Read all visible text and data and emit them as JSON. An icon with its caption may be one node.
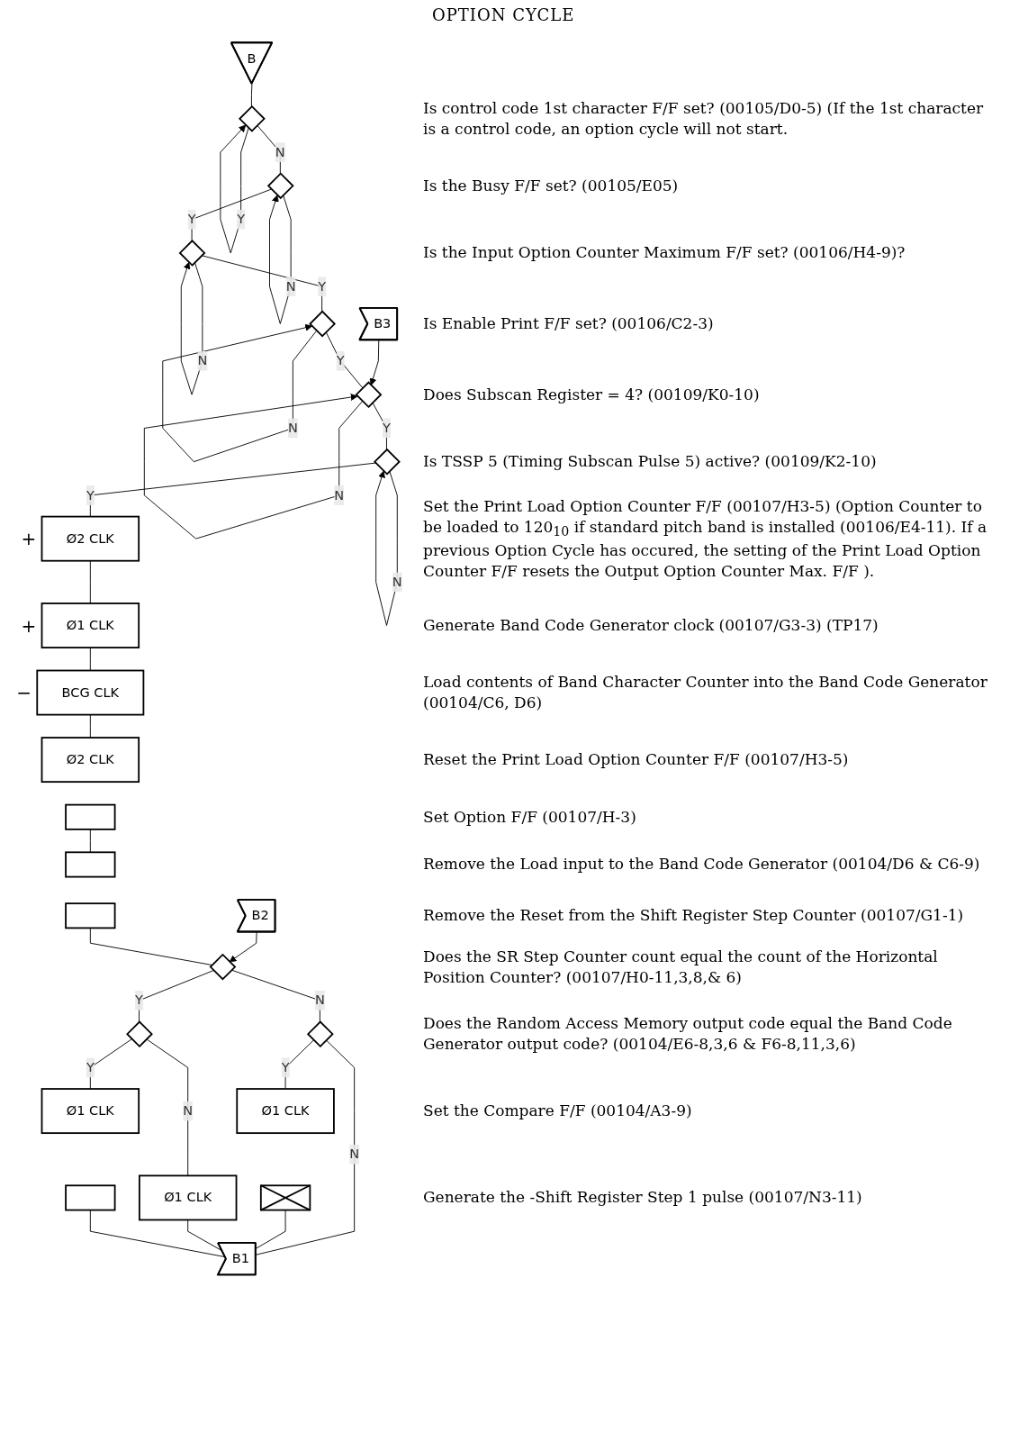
{
  "diagram": {
    "title": "OPTION CYCLE",
    "nodes": [
      {
        "text": [
          "B"
        ]
      },
      {
        "text": [],
        "shape": "diamond"
      },
      {
        "text": [],
        "shape": "diamond"
      },
      {
        "text": [],
        "shape": "diamond"
      },
      {
        "text": [],
        "shape": "diamond"
      },
      {
        "text": [
          "B3"
        ]
      },
      {
        "text": [],
        "shape": "diamond"
      },
      {
        "text": [],
        "shape": "diamond"
      },
      {
        "text": [
          "Ø2 CLK"
        ],
        "beside": [
          "+"
        ]
      },
      {
        "text": [
          "Ø1 CLK"
        ],
        "beside": [
          "+"
        ]
      },
      {
        "text": [
          "BCG CLK"
        ],
        "beside": [
          "−"
        ]
      },
      {
        "text": [
          "Ø2 CLK"
        ]
      },
      {
        "text": [],
        "shape": "box"
      },
      {
        "text": [],
        "shape": "box"
      },
      {
        "text": [],
        "shape": "box"
      },
      {
        "text": [
          "B2"
        ]
      },
      {
        "text": [],
        "shape": "diamond"
      },
      {
        "text": [],
        "shape": "diamond"
      },
      {
        "text": [],
        "shape": "diamond"
      },
      {
        "text": [
          "Ø1 CLK"
        ]
      },
      {
        "text": [],
        "shape": "box"
      },
      {
        "text": [
          "Ø1 CLK"
        ]
      },
      {
        "text": [
          "Ø1 CLK"
        ]
      },
      {
        "text": [],
        "shape": "box"
      },
      {
        "text": [
          "B1"
        ]
      }
    ],
    "edges": [
      {
        "from": 0,
        "to": 1,
        "arrow": "none"
      },
      {
        "from": 1,
        "to": 1,
        "label": "Y",
        "arrow": "to"
      },
      {
        "from": 1,
        "to": 2,
        "label": "N",
        "arrow": "none"
      },
      {
        "from": 2,
        "to": 2,
        "label": "N",
        "arrow": "to"
      },
      {
        "from": 2,
        "to": 3,
        "label": "Y",
        "arrow": "none"
      },
      {
        "from": 3,
        "to": 3,
        "label": "N",
        "arrow": "to"
      },
      {
        "from": 3,
        "to": 4,
        "label": "Y",
        "arrow": "none"
      },
      {
        "from": 4,
        "to": 4,
        "label": "N",
        "arrow": "to"
      },
      {
        "from": 5,
        "to": 6,
        "arrow": "to"
      },
      {
        "from": 4,
        "to": 6,
        "label": "Y",
        "arrow": "none"
      },
      {
        "from": 6,
        "to": 6,
        "label": "N",
        "arrow": "to"
      },
      {
        "from": 6,
        "to": 7,
        "label": "Y",
        "arrow": "none"
      },
      {
        "from": 7,
        "to": 7,
        "label": "N",
        "arrow": "to"
      },
      {
        "from": 7,
        "to": 8,
        "label": "Y",
        "arrow": "none"
      },
      {
        "from": 8,
        "to": 9,
        "arrow": "none"
      },
      {
        "from": 9,
        "to": 10,
        "arrow": "none"
      },
      {
        "from": 10,
        "to": 11,
        "arrow": "none"
      },
      {
        "from": 12,
        "to": 13,
        "arrow": "none"
      },
      {
        "from": 15,
        "to": 16,
        "arrow": "to"
      },
      {
        "from": 14,
        "to": 16,
        "arrow": "none"
      },
      {
        "from": 16,
        "to": 17,
        "label": "N",
        "arrow": "none"
      },
      {
        "from": 16,
        "to": 18,
        "label": "Y",
        "arrow": "none"
      },
      {
        "from": 17,
        "to": 19,
        "label": "Y",
        "arrow": "none"
      },
      {
        "from": 18,
        "to": 21,
        "label": "N",
        "arrow": "none"
      },
      {
        "from": 18,
        "to": 22,
        "label": "Y",
        "arrow": "none"
      },
      {
        "from": 17,
        "to": 24,
        "label": "N",
        "arrow": "none"
      },
      {
        "from": 20,
        "to": 24,
        "arrow": "none"
      },
      {
        "from": 21,
        "to": 24,
        "arrow": "none"
      },
      {
        "from": 23,
        "to": 24,
        "arrow": "none"
      }
    ],
    "labels": [
      "Is control code 1st character F/F set? (00105/D0-5) (If the 1st character is a control code, an option cycle will not start.",
      "Is the Busy F/F set? (00105/E05)",
      "Is the Input Option Counter Maximum F/F set? (00106/H4-9)?",
      "Is Enable Print F/F set? (00106/C2-3)",
      "Does Subscan Register = 4? (00109/K0-10)",
      "Is TSSP 5 (Timing Subscan Pulse 5) active? (00109/K2-10)",
      "Set the Print Load Option Counter F/F (00107/H3-5) (Option Counter to be loaded to 120$_{10}$ if standard pitch band is installed (00106/E4-11). If a previous Option Cycle has occured, the setting of the Print Load Option Counter F/F resets the Output Option Counter Max. F/F ).",
      "Generate Band Code Generator clock (00107/G3-3) (TP17)",
      "Load contents of Band Character Counter into the Band Code Generator (00104/C6, D6)",
      "Reset the Print Load Option Counter F/F (00107/H3-5)",
      "Set Option F/F (00107/H-3)",
      "Remove the Load input to the Band Code Generator (00104/D6 & C6-9)",
      "Remove the Reset from the Shift Register Step Counter (00107/G1-1)",
      "Does the SR Step Counter count equal the count of the Horizontal Position Counter? (00107/H0-11,3,8,& 6)",
      "Does the Random Access Memory output code equal the Band Code Generator output code? (00104/E6-8,3,6 & F6-8,11,3,6)",
      "Set the Compare F/F (00104/A3-9)",
      "Generate the -Shift Register Step 1 pulse (00107/N3-11)"
    ]
  }
}
